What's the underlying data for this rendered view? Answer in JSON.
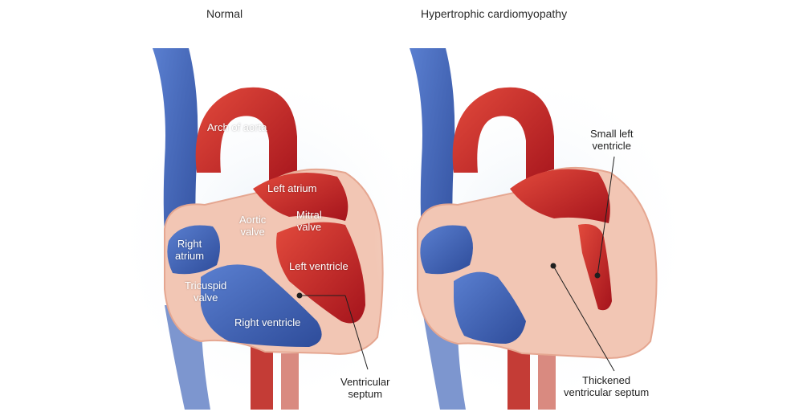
{
  "panels": {
    "normal": {
      "title": "Normal",
      "labels": {
        "arch_of_aorta": "Arch of aorta",
        "left_atrium": "Left atrium",
        "aortic_valve": "Aortic\nvalve",
        "mitral_valve": "Mitral\nvalve",
        "right_atrium": "Right\natrium",
        "left_ventricle": "Left ventricle",
        "tricuspid_valve": "Tricuspid\nvalve",
        "right_ventricle": "Right ventricle",
        "ventricular_septum": "Ventricular\nseptum"
      }
    },
    "hypertrophic": {
      "title": "Hypertrophic cardiomyopathy",
      "labels": {
        "small_left_ventricle": "Small left\nventricle",
        "thickened_ventricular_septum": "Thickened\nventricular septum"
      }
    }
  },
  "colors": {
    "vein_blue": "#3f63b3",
    "artery_red": "#c8282a",
    "muscle": "#f2c6b4",
    "background": "#ffffff"
  }
}
